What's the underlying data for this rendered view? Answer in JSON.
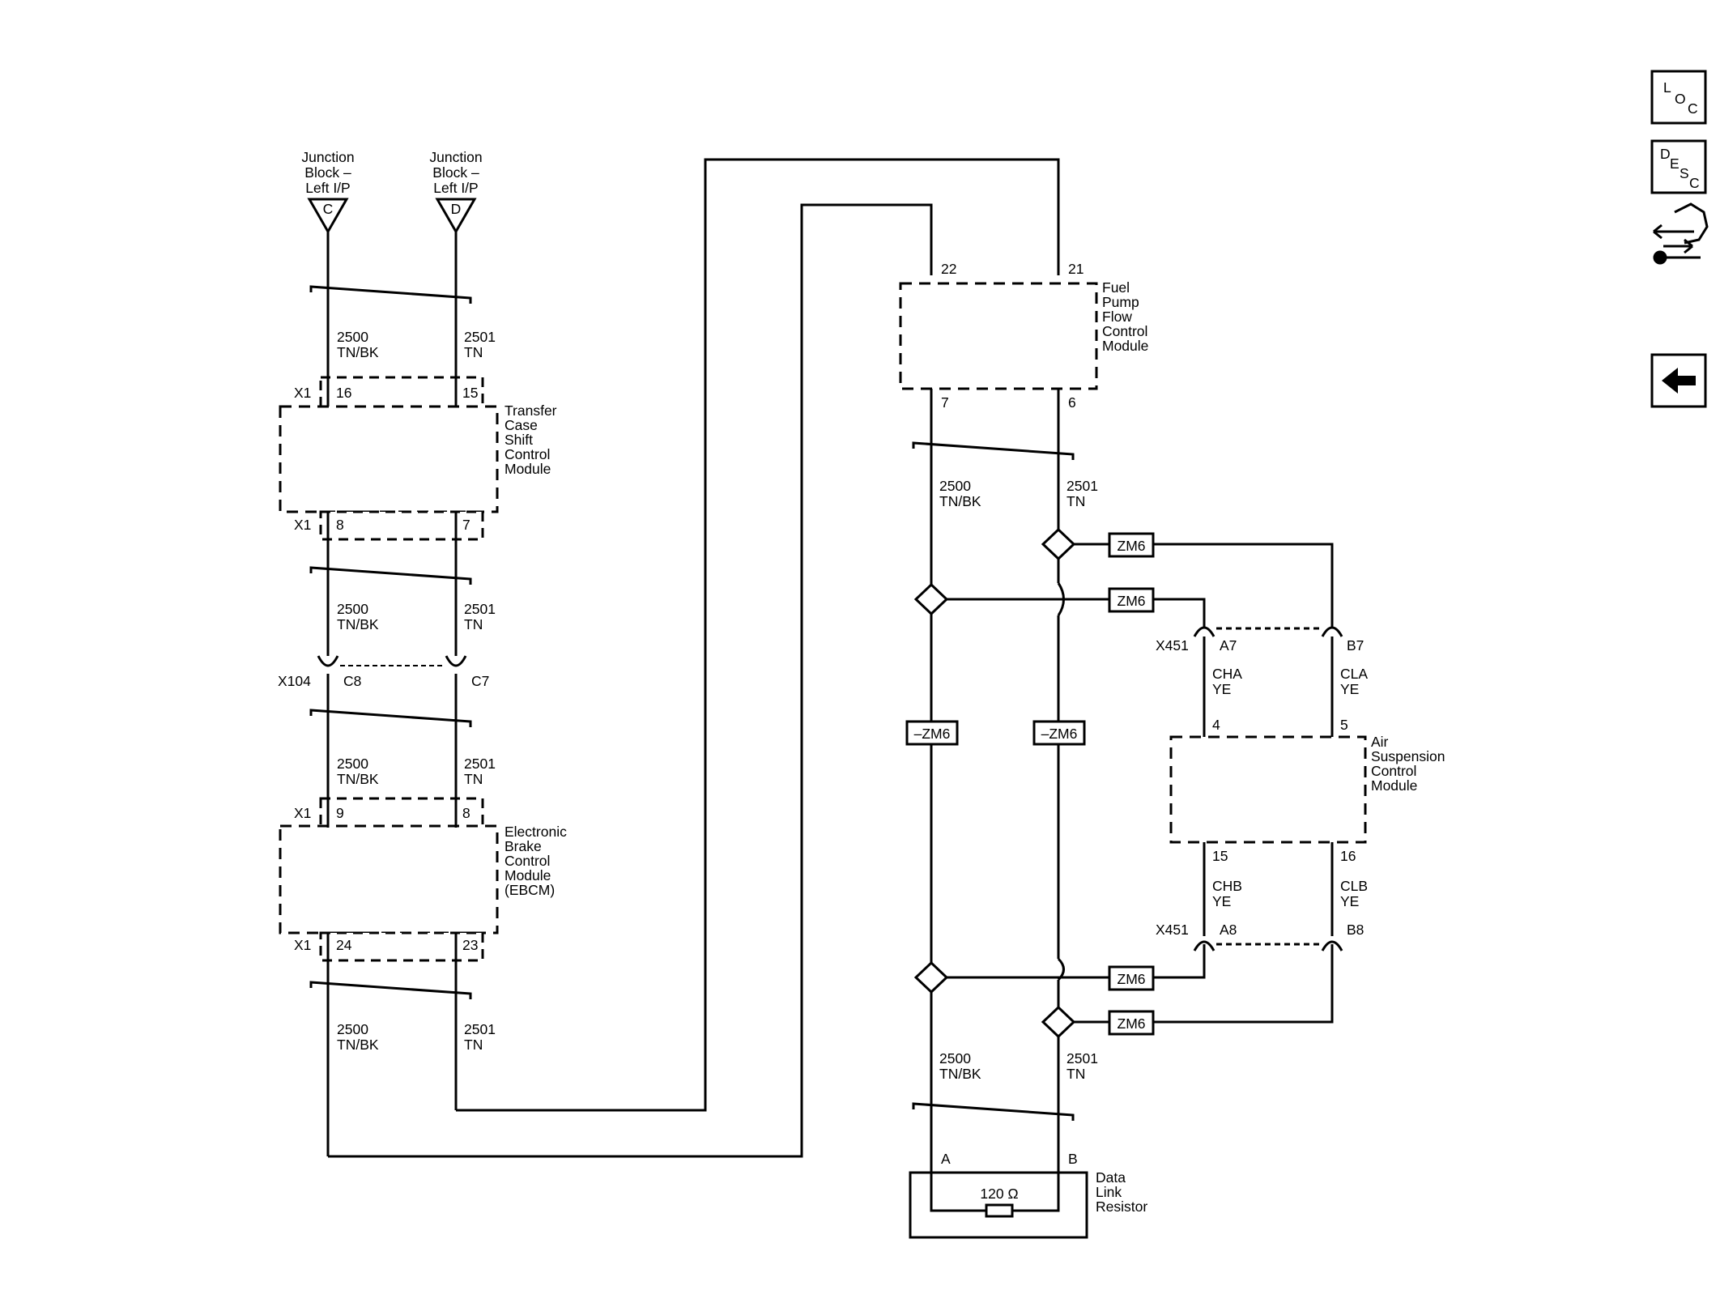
{
  "junctions": [
    {
      "label": [
        "Junction",
        "Block –",
        "Left I/P"
      ],
      "pin": "C"
    },
    {
      "label": [
        "Junction",
        "Block –",
        "Left I/P"
      ],
      "pin": "D"
    }
  ],
  "modules": {
    "transfer_case": [
      "Transfer",
      "Case",
      "Shift",
      "Control",
      "Module"
    ],
    "ebcm": [
      "Electronic",
      "Brake",
      "Control",
      "Module",
      "(EBCM)"
    ],
    "fuel_pump": [
      "Fuel",
      "Pump",
      "Flow",
      "Control",
      "Module"
    ],
    "air_suspension": [
      "Air",
      "Suspension",
      "Control",
      "Module"
    ],
    "data_link_resistor": [
      "Data",
      "Link",
      "Resistor"
    ]
  },
  "connectors": {
    "x1": "X1",
    "x104": "X104",
    "x451": "X451"
  },
  "pins": {
    "tc_top_left": "16",
    "tc_top_right": "15",
    "tc_bot_left": "8",
    "tc_bot_right": "7",
    "x104_left": "C8",
    "x104_right": "C7",
    "eb_top_left": "9",
    "eb_top_right": "8",
    "eb_bot_left": "24",
    "eb_bot_right": "23",
    "fp_top_left": "22",
    "fp_top_right": "21",
    "fp_bot_left": "7",
    "fp_bot_right": "6",
    "as_x451_a7": "A7",
    "as_x451_b7": "B7",
    "as_top_left": "4",
    "as_top_right": "5",
    "as_bot_left": "15",
    "as_bot_right": "16",
    "as_x451_a8": "A8",
    "as_x451_b8": "B8",
    "dlr_a": "A",
    "dlr_b": "B"
  },
  "wires": {
    "low": {
      "circuit": "2500",
      "color": "TN/BK"
    },
    "high": {
      "circuit": "2501",
      "color": "TN"
    },
    "cha": {
      "name": "CHA",
      "color": "YE"
    },
    "cla": {
      "name": "CLA",
      "color": "YE"
    },
    "chb": {
      "name": "CHB",
      "color": "YE"
    },
    "clb": {
      "name": "CLB",
      "color": "YE"
    }
  },
  "options": {
    "zm6": "ZM6",
    "not_zm6": "–ZM6"
  },
  "resistor_value": "120 Ω",
  "sidebar": {
    "loc": {
      "top": "L",
      "mid": "O",
      "bot": "C"
    },
    "desc": {
      "a": "D",
      "b": "E",
      "c": "S",
      "d": "C"
    }
  }
}
